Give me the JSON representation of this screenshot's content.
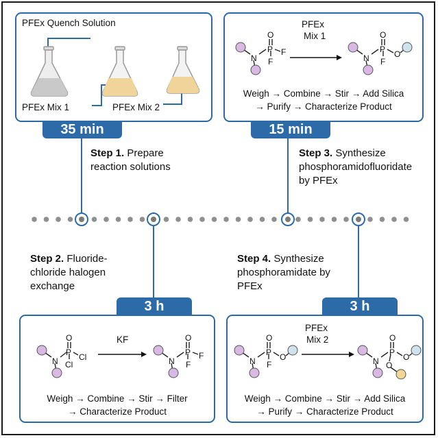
{
  "panel1": {
    "title": "PFEx Quench Solution",
    "mix1": "PFEx Mix 1",
    "mix2": "PFEx Mix 2",
    "time": "35 min"
  },
  "panel2": {
    "arrow_label_line1": "PFEx",
    "arrow_label_line2": "Mix 1",
    "workflow_line1": "Weigh → Combine → Stir → Add Silica",
    "workflow_line2": "→ Purify → Characterize Product",
    "time": "15 min"
  },
  "panel3": {
    "arrow_label": "KF",
    "workflow_line1": "Weigh → Combine → Stir → Filter",
    "workflow_line2": "→ Characterize Product",
    "time": "3 h"
  },
  "panel4": {
    "arrow_label_line1": "PFEx",
    "arrow_label_line2": "Mix 2",
    "workflow_line1": "Weigh → Combine → Stir → Add Silica",
    "workflow_line2": "→ Purify → Characterize Product",
    "time": "3 h"
  },
  "steps": {
    "step1_num": "Step 1.",
    "step1_text_a": "Prepare",
    "step1_text_b": "reaction solutions",
    "step2_num": "Step 2.",
    "step2_text_a": "Fluoride-",
    "step2_text_b": "chloride halogen",
    "step2_text_c": "exchange",
    "step3_num": "Step 3.",
    "step3_text_a": "Synthesize",
    "step3_text_b": "phosphoramidofluoridate",
    "step3_text_c": "by PFEx",
    "step4_num": "Step 4.",
    "step4_text_a": "Synthesize",
    "step4_text_b": "phosphoramidate by",
    "step4_text_c": "PFEx"
  },
  "chem": {
    "P": "P",
    "O": "O",
    "N": "N",
    "F": "F",
    "Cl": "Cl"
  },
  "colors": {
    "accent": "#2d6aa8",
    "purple_sub": "#d9b8e4",
    "blue_sub": "#cfe2ee",
    "orange_sub": "#f3d795",
    "flask_liquid_quench": "#c9c9c9",
    "flask_liquid_mix": "#f0d49a",
    "dots": "#8f8f8f"
  }
}
